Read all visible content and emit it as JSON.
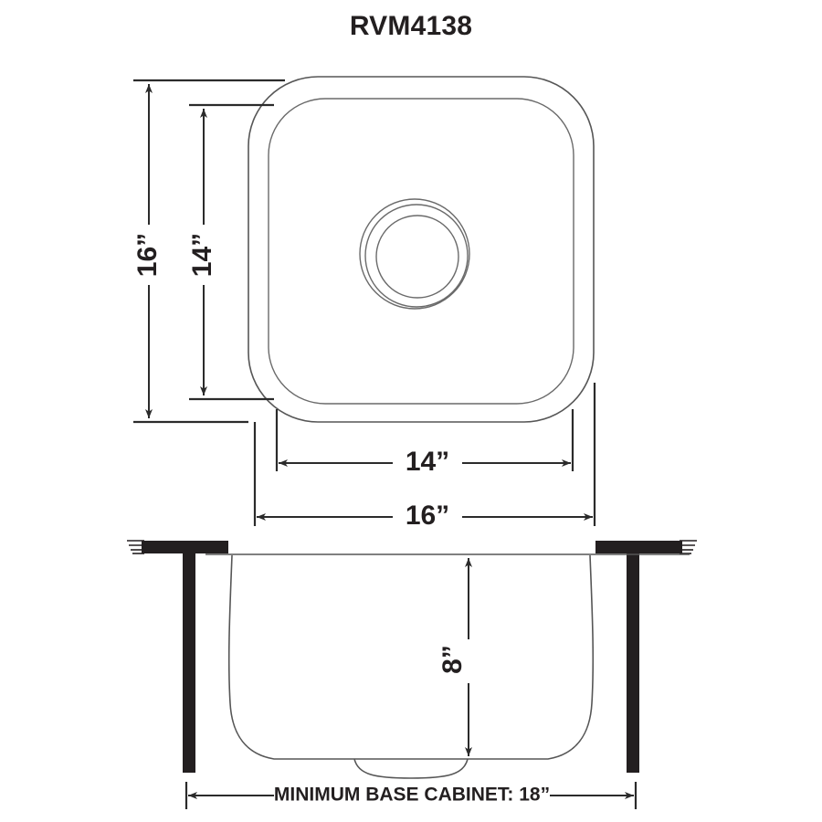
{
  "document": {
    "title": "RVM4138",
    "type": "technical-dimension-drawing",
    "product": "undermount kitchen sink"
  },
  "views": {
    "top": {
      "name": "top-view",
      "drain": "drain-opening"
    },
    "front": {
      "name": "front-cross-section-view",
      "countertop": "countertop",
      "cabinet_wall_left": "cabinet-wall-left",
      "cabinet_wall_right": "cabinet-wall-right"
    }
  },
  "dimensions": {
    "outer_height": "16”",
    "inner_height": "14”",
    "inner_width": "14”",
    "outer_width": "16”",
    "depth": "8”",
    "base_cabinet": "MINIMUM BASE CABINET: 18”"
  },
  "colors": {
    "ink": "#231f20",
    "outline": "#565656",
    "background": "#ffffff"
  }
}
